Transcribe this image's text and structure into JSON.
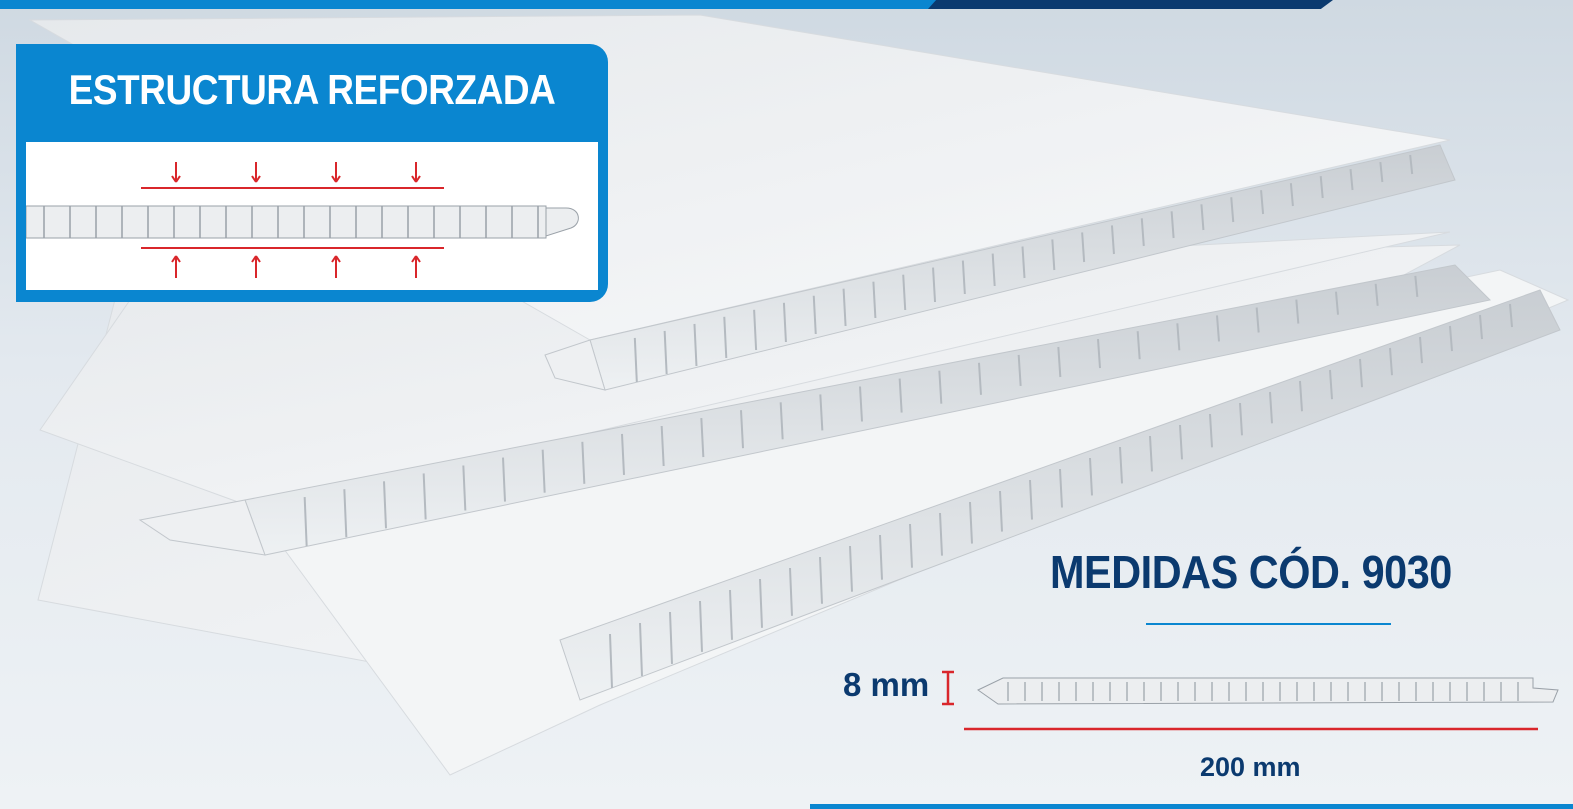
{
  "callout": {
    "title": "ESTRUCTURA REFORZADA"
  },
  "measures": {
    "title": "MEDIDAS CÓD. 9030",
    "thickness": "8 mm",
    "width": "200 mm"
  },
  "colors": {
    "brand_blue": "#0a86d0",
    "navy": "#0b3a6f",
    "indicator_red": "#d9262b",
    "panel_white": "#f4f6f8"
  }
}
